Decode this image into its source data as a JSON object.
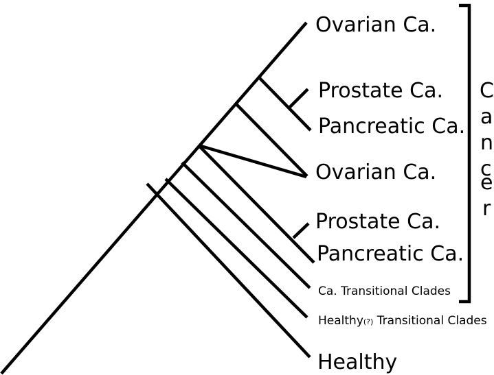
{
  "leaves": {
    "ovarian_1": "Ovarian Ca.",
    "prostate_1": "Prostate Ca.",
    "pancreatic_1": "Pancreatic Ca.",
    "ovarian_2": "Ovarian Ca.",
    "prostate_2": "Prostate Ca.",
    "pancreatic_2": "Pancreatic Ca.",
    "ca_transitional": "Ca. Transitional Clades",
    "healthy_transitional_main": "Healthy",
    "healthy_transitional_mark": "(?)",
    "healthy_transitional_rest": " Transitional Clades",
    "healthy": "Healthy"
  },
  "group_label": {
    "letters": [
      "C",
      "a",
      "n",
      "c",
      "e",
      "r"
    ]
  }
}
